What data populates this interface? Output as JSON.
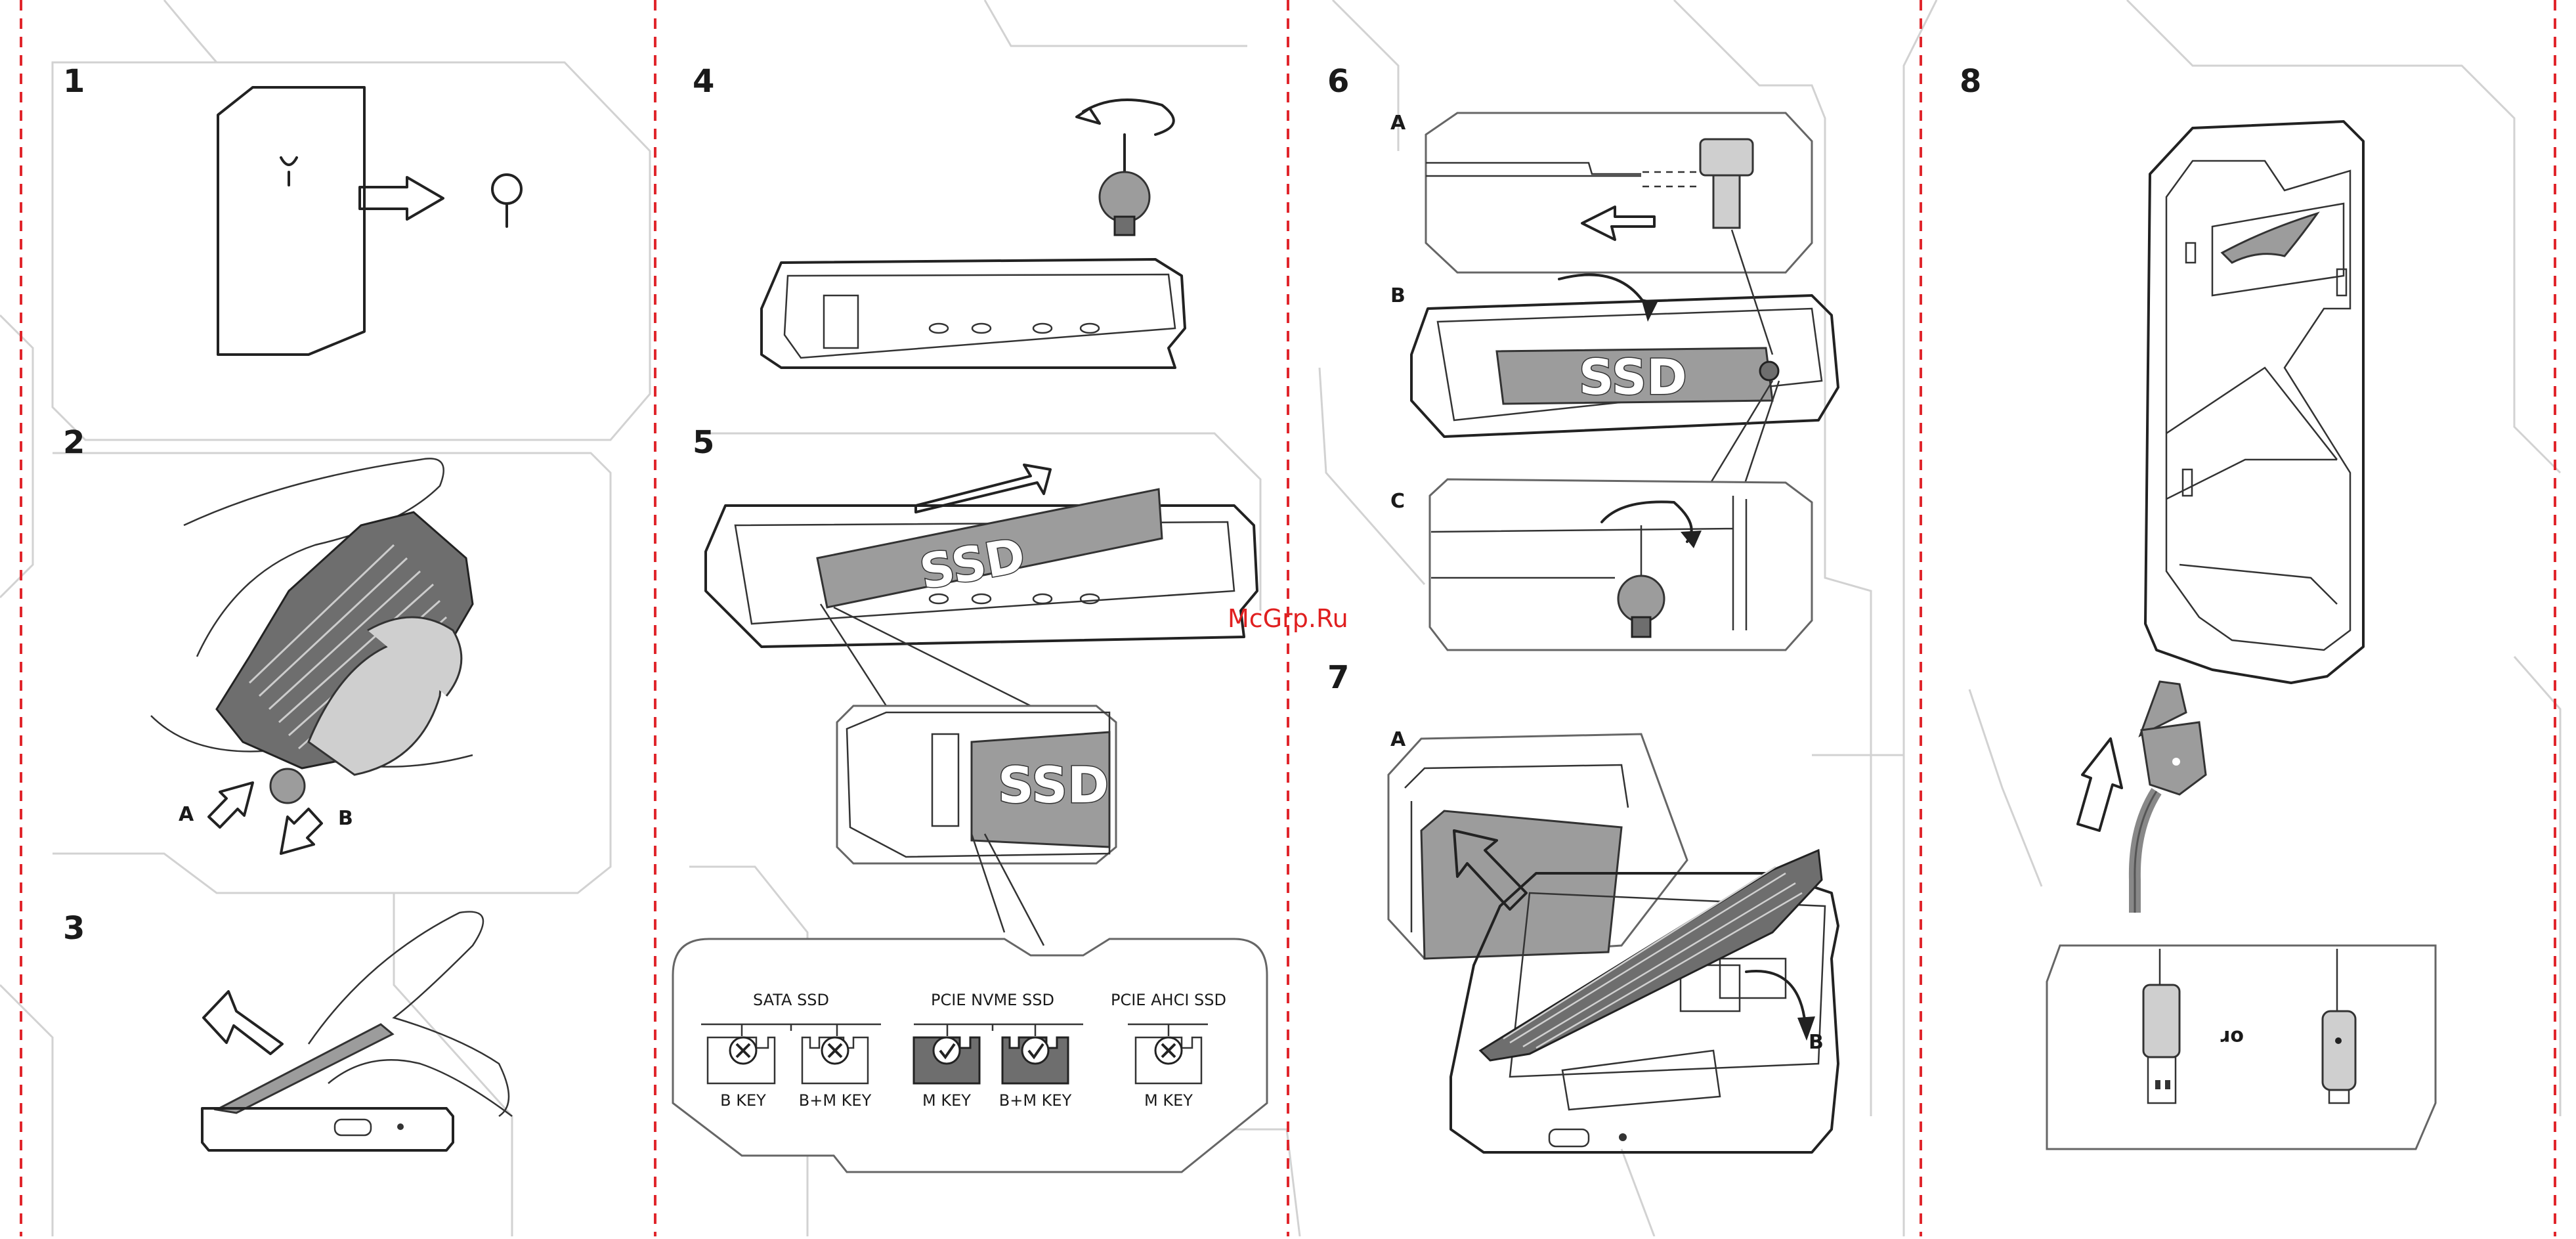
{
  "steps": [
    {
      "number": "1"
    },
    {
      "number": "2",
      "labels": [
        "A",
        "B"
      ]
    },
    {
      "number": "3"
    },
    {
      "number": "4"
    },
    {
      "number": "5",
      "ssd": "SSD"
    },
    {
      "number": "6",
      "parts": [
        "A",
        "B",
        "C"
      ],
      "ssd": "SSD"
    },
    {
      "number": "7",
      "parts": [
        "A",
        "B"
      ]
    },
    {
      "number": "8",
      "or": "or"
    }
  ],
  "compatibility": {
    "groups": [
      {
        "title": "SATA SSD",
        "keys": [
          {
            "label": "B KEY",
            "supported": false
          },
          {
            "label": "B+M KEY",
            "supported": false
          }
        ]
      },
      {
        "title": "PCIE NVME SSD",
        "keys": [
          {
            "label": "M KEY",
            "supported": true
          },
          {
            "label": "B+M KEY",
            "supported": true
          }
        ]
      },
      {
        "title": "PCIE AHCI SSD",
        "keys": [
          {
            "label": "M KEY",
            "supported": false
          }
        ]
      }
    ]
  },
  "watermark": "McGrp.Ru",
  "colors": {
    "divider": "#e0262c",
    "watermark": "#e02020"
  }
}
